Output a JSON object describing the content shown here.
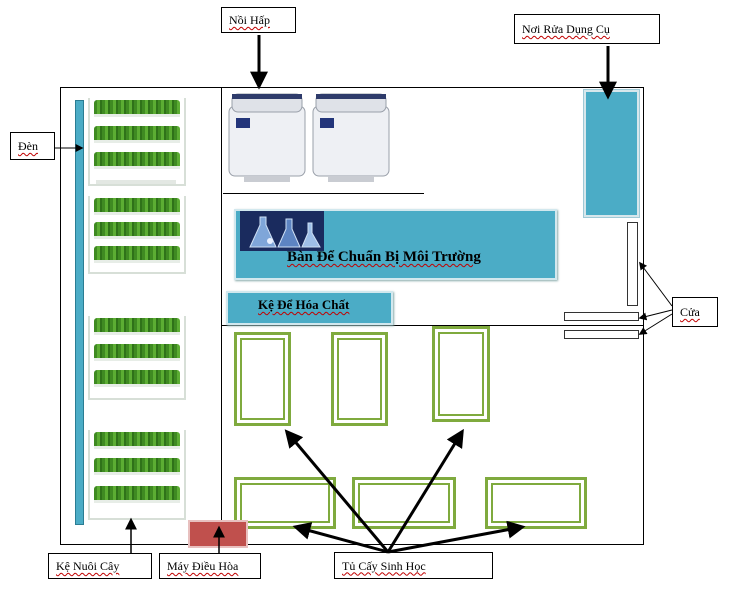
{
  "labels": {
    "noi_hap": "Nồi Hấp",
    "noi_rua": "Nơi Rửa Dụng Cụ",
    "den": "Đèn",
    "cua": "Cửa",
    "ke_nuoi_cay": "Kệ Nuôi Cây",
    "may_dieu_hoa": "Máy Điều Hòa",
    "tu_cay": "Tủ Cấy Sinh Học",
    "ban_chuan_bi": "Bàn Để Chuẩn Bị Môi Trường",
    "ke_hoa_chat": "Kệ Để Hóa Chất"
  },
  "colors": {
    "teal": "#4bacc6",
    "green_cabinet": "#7faa3e",
    "ac_unit": "#c0504d",
    "grass": "#3f8a22"
  },
  "icons": {
    "autoclave": "autoclave-icon",
    "grow_shelf": "grow-shelf-icon",
    "flasks": "lab-flasks-icon"
  }
}
